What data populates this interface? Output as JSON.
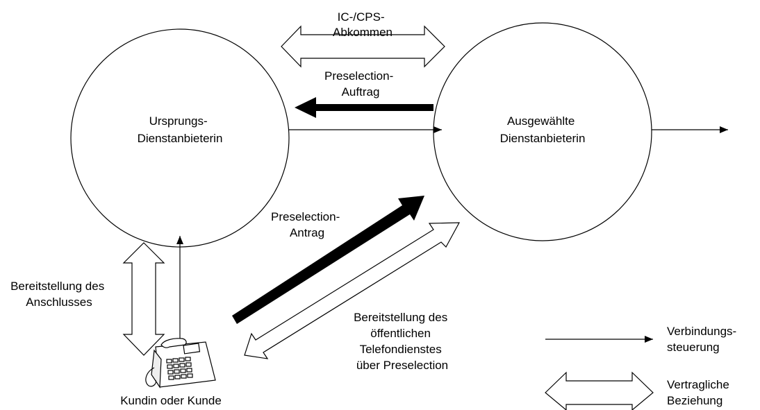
{
  "diagram": {
    "nodes": {
      "origin_provider": [
        "Ursprungs-",
        "Dienstanbieterin"
      ],
      "selected_provider": [
        "Ausgewählte",
        "Dienstanbieterin"
      ],
      "customer": "Kundin oder Kunde"
    },
    "edges": {
      "ic_cps_agreement": [
        "IC-/CPS-",
        "Abkommen"
      ],
      "preselection_order": [
        "Preselection-",
        "Auftrag"
      ],
      "preselection_request": [
        "Preselection-",
        "Antrag"
      ],
      "line_provision": [
        "Bereitstellung des",
        "Anschlusses"
      ],
      "public_telephony_provision": [
        "Bereitstellung des",
        "öffentlichen",
        "Telefondienstes",
        "über Preselection"
      ]
    },
    "legend": {
      "connection_control": [
        "Verbindungs-",
        "steuerung"
      ],
      "contractual_relation": [
        "Vertragliche",
        "Beziehung"
      ]
    },
    "colors": {
      "stroke": "#000000",
      "background": "#ffffff",
      "fill": "#ffffff"
    },
    "icons": {
      "customer_device": "telephone-icon"
    }
  }
}
